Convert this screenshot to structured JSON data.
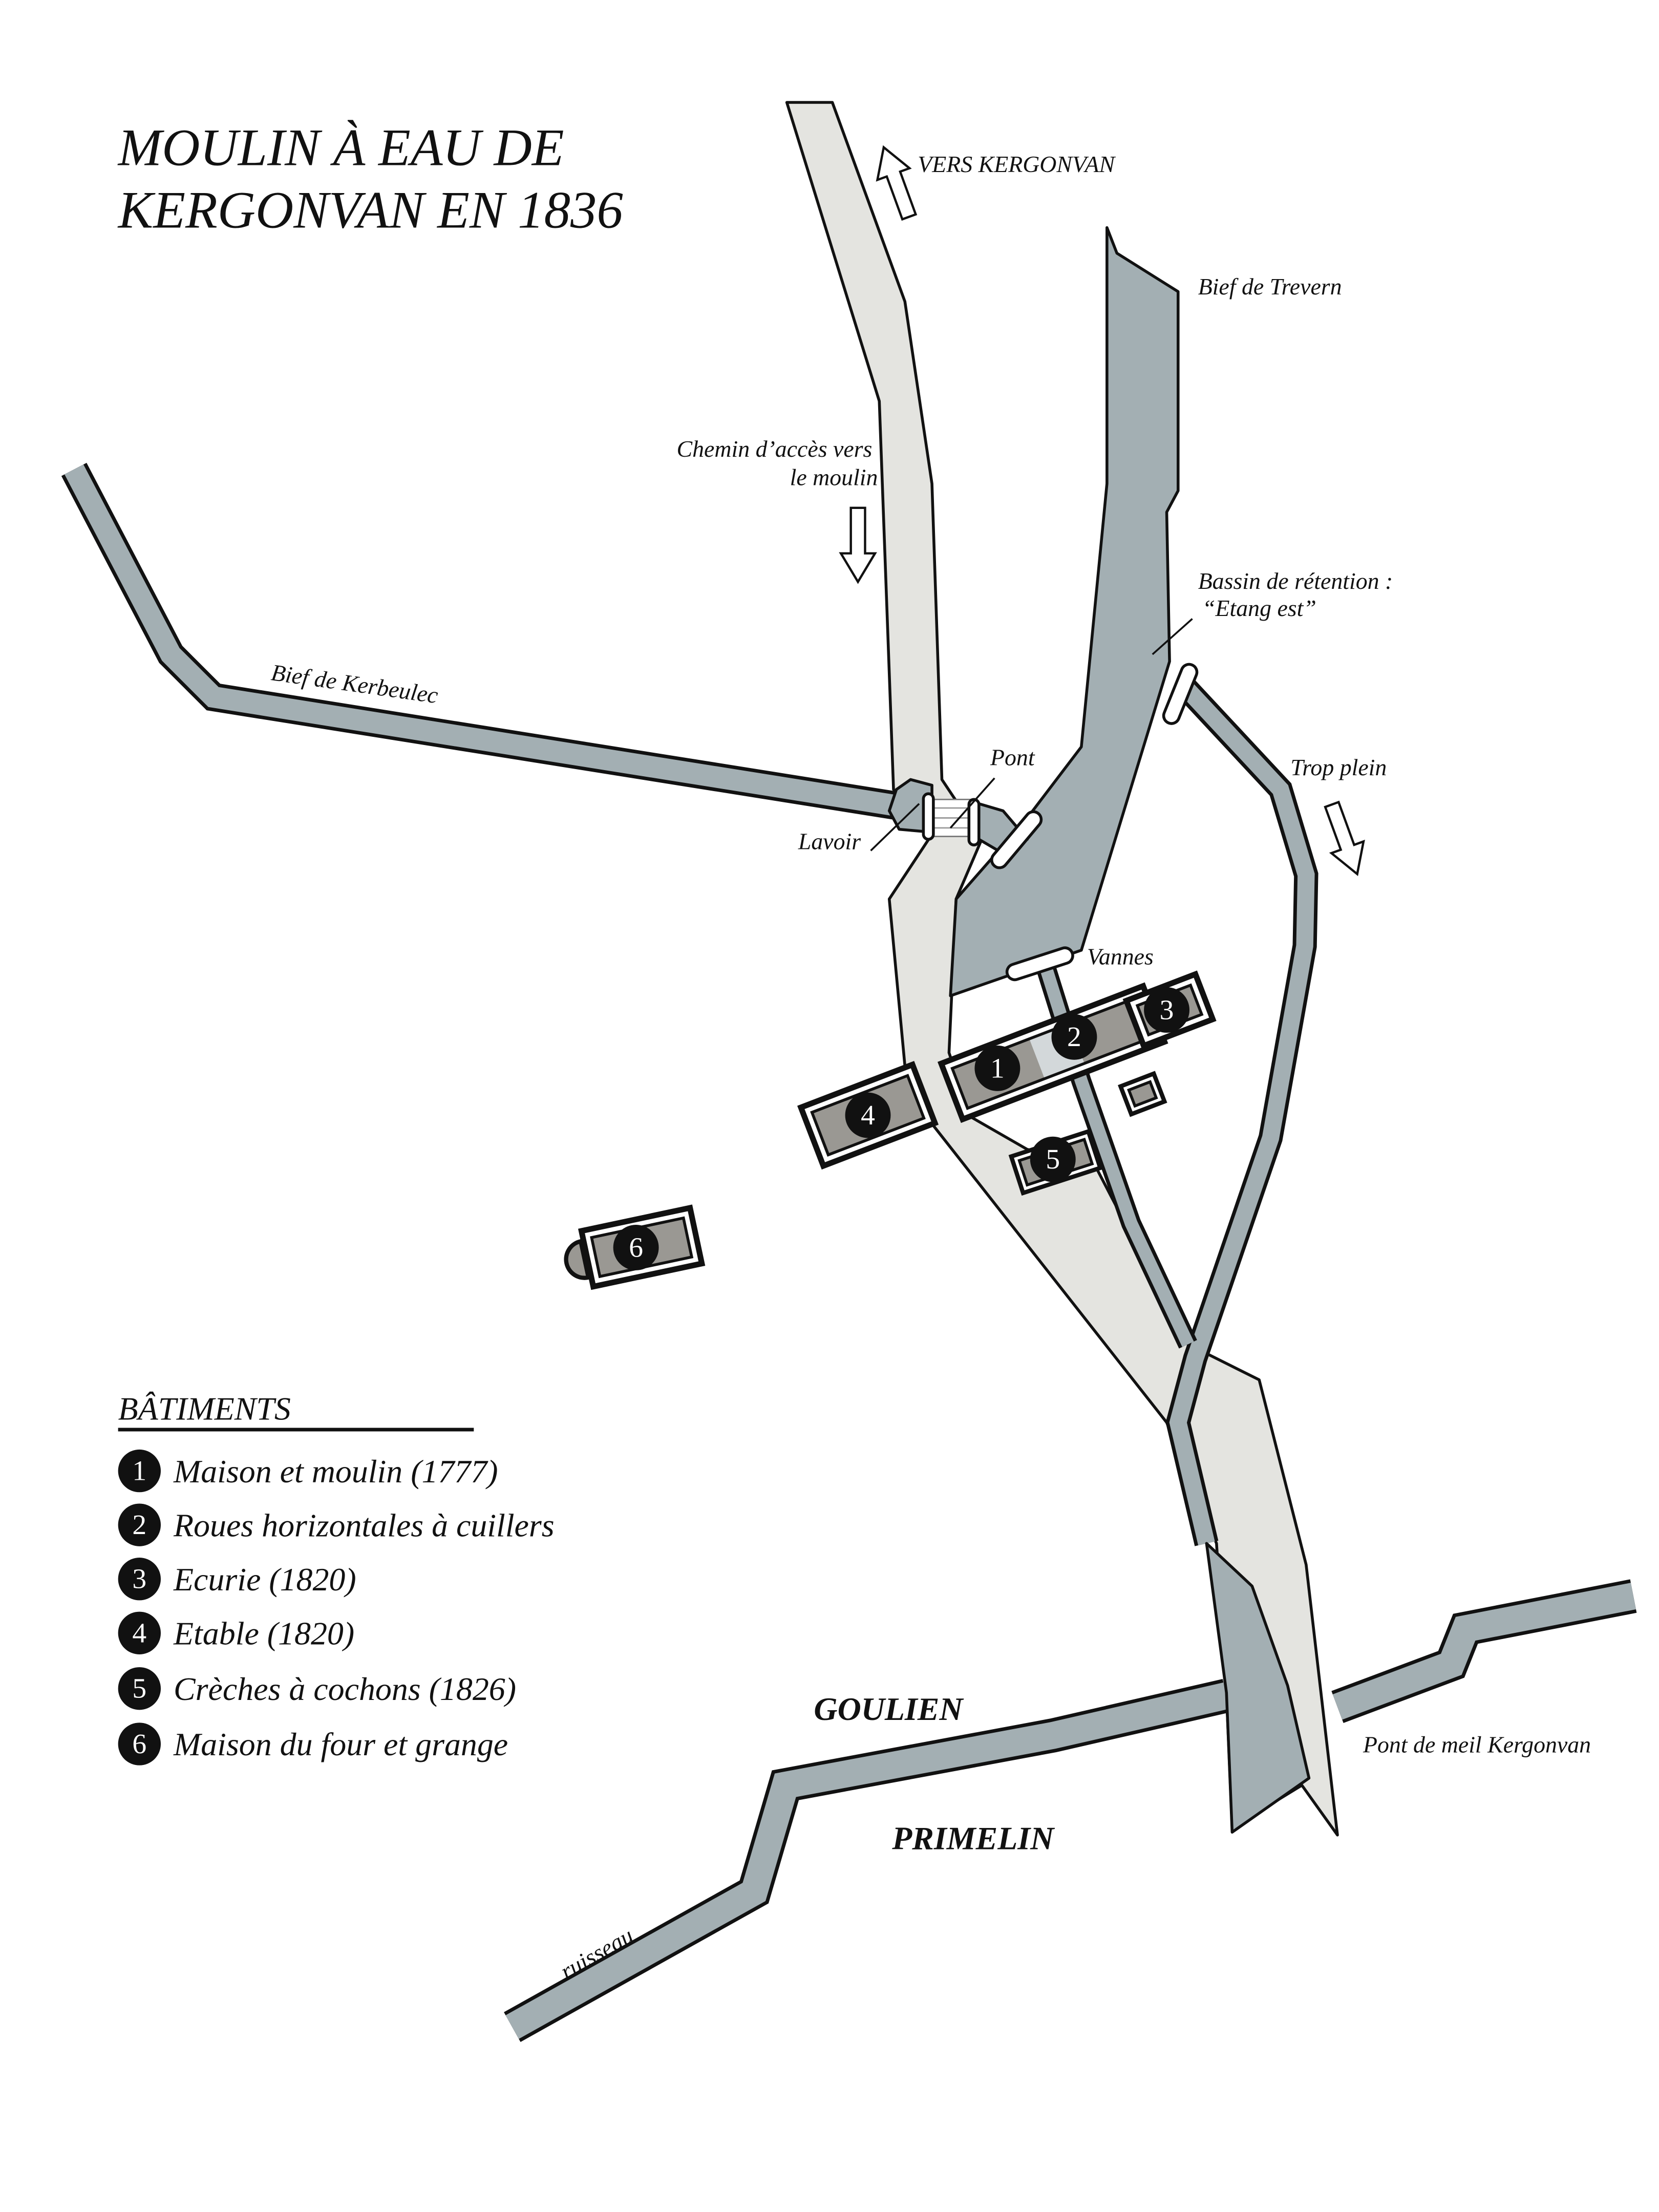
{
  "title": {
    "line1": "MOULIN À EAU DE",
    "line2": "KERGONVAN EN 1836"
  },
  "labels": {
    "vers_kergonvan": "VERS KERGONVAN",
    "bief_trevern": "Bief de Trevern",
    "chemin_line1": "Chemin d’accès vers",
    "chemin_line2": "le moulin",
    "bief_kerbeulec": "Bief de Kerbeulec",
    "bassin_line1": "Bassin de rétention :",
    "bassin_line2": "“Etang est”",
    "pont": "Pont",
    "lavoir": "Lavoir",
    "trop_plein": "Trop plein",
    "vannes": "Vannes",
    "goulien": "GOULIEN",
    "primelin": "PRIMELIN",
    "pont_meil": "Pont de meil Kergonvan",
    "ruisseau": "ruisseau"
  },
  "legend": {
    "title": "BÂTIMENTS",
    "items": [
      {
        "num": "1",
        "label": "Maison et moulin (1777)"
      },
      {
        "num": "2",
        "label": "Roues horizontales à cuillers"
      },
      {
        "num": "3",
        "label": "Ecurie (1820)"
      },
      {
        "num": "4",
        "label": "Etable (1820)"
      },
      {
        "num": "5",
        "label": "Crèches à cochons (1826)"
      },
      {
        "num": "6",
        "label": "Maison du four et grange"
      }
    ]
  },
  "colors": {
    "water": "#a3afb3",
    "road": "#e4e4e0",
    "building": "#9a9893",
    "ink": "#111111"
  }
}
